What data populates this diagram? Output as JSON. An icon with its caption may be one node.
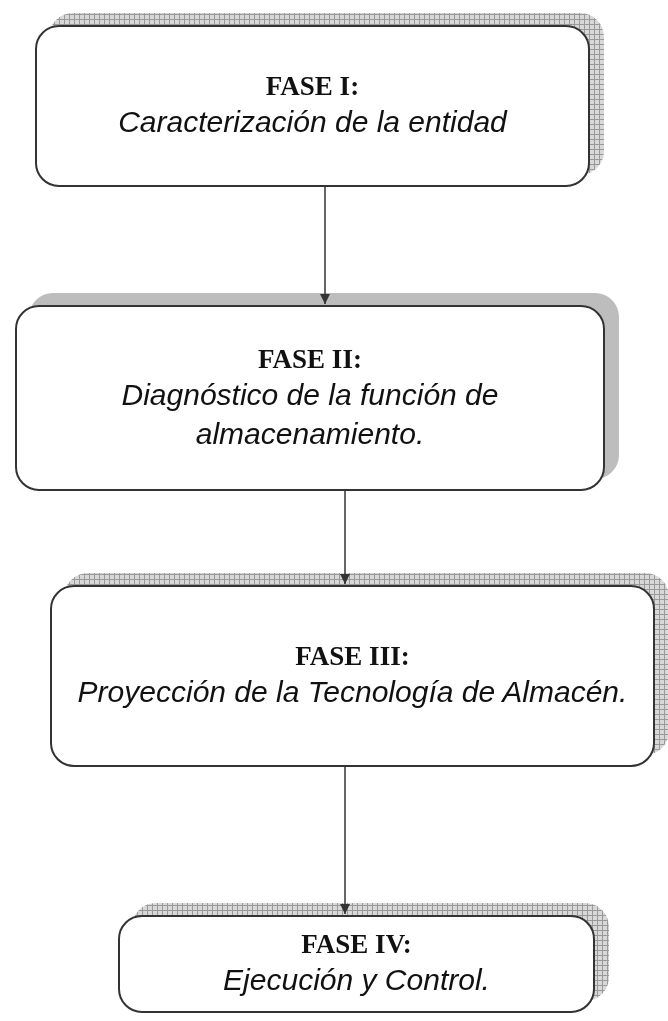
{
  "diagram": {
    "nodes": [
      {
        "text": [
          "FASE I:",
          "Caracterización de la entidad"
        ]
      },
      {
        "text": [
          "FASE II:",
          "Diagnóstico de la función de almacenamiento."
        ]
      },
      {
        "text": [
          "FASE III:",
          "Proyección de la Tecnología de Almacén."
        ]
      },
      {
        "text": [
          "FASE IV:",
          "Ejecución y Control."
        ]
      }
    ],
    "edges": [
      {
        "from": 0,
        "to": 1,
        "arrow": "to"
      },
      {
        "from": 1,
        "to": 2,
        "arrow": "to"
      },
      {
        "from": 2,
        "to": 3,
        "arrow": "to"
      }
    ]
  }
}
